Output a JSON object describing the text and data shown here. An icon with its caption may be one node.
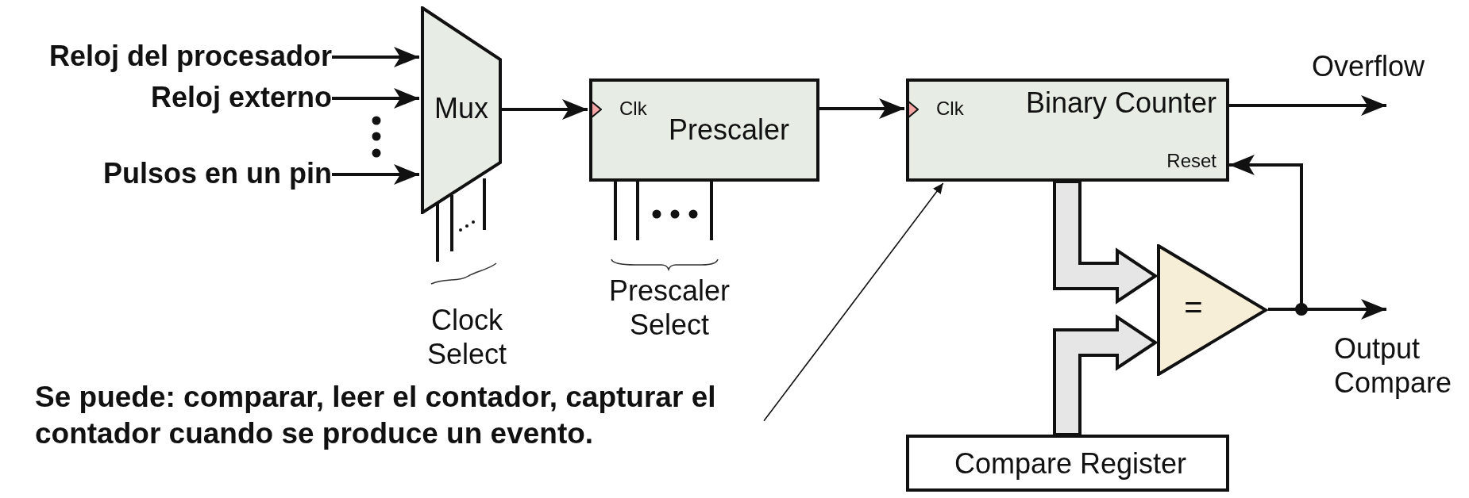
{
  "diagram": {
    "nodes": [
      {
        "text": [
          "Reloj del procesador"
        ]
      },
      {
        "text": [
          "Reloj externo"
        ]
      },
      {
        "text": [
          "Pulsos en un pin"
        ]
      },
      {
        "text": [
          "Mux"
        ]
      },
      {
        "text": [
          "Clk",
          "Prescaler"
        ]
      },
      {
        "text": [
          "Clk",
          "Binary Counter",
          "Reset"
        ]
      },
      {
        "text": [
          "="
        ]
      },
      {
        "text": [
          "Compare Register"
        ]
      },
      {
        "text": [
          "Se puede: comparar, leer el contador, capturar el contador cuando se produce un evento."
        ]
      }
    ],
    "edges": [
      {
        "from": 0,
        "to": 3,
        "arrow": "to"
      },
      {
        "from": 1,
        "to": 3,
        "arrow": "to"
      },
      {
        "from": 2,
        "to": 3,
        "arrow": "to"
      },
      {
        "from": 3,
        "to": 4,
        "arrow": "to"
      },
      {
        "from": 4,
        "to": 5,
        "arrow": "to"
      },
      {
        "from": 5,
        "to": null,
        "arrow": "to",
        "label": "Overflow"
      },
      {
        "from": 5,
        "to": 6,
        "arrow": "to",
        "style": "thick"
      },
      {
        "from": 7,
        "to": 6,
        "arrow": "to",
        "style": "thick"
      },
      {
        "from": 6,
        "to": null,
        "arrow": "to",
        "label": "Output Compare"
      },
      {
        "from": 6,
        "to": 5,
        "arrow": "to"
      },
      {
        "from": 8,
        "to": 5,
        "arrow": "to"
      }
    ],
    "labels": [
      "Clock Select",
      "Prescaler Select"
    ]
  }
}
